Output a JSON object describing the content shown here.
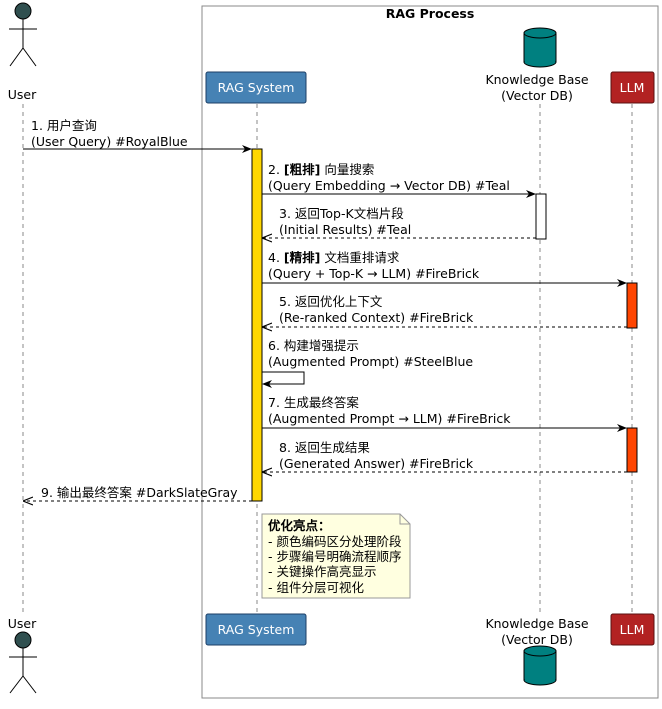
{
  "group": {
    "title": "RAG Process"
  },
  "participants": {
    "user": {
      "label": "User"
    },
    "rag": {
      "label": "RAG System",
      "color": "#4682B4"
    },
    "kb": {
      "line1": "Knowledge Base",
      "line2": "(Vector DB)",
      "color": "#008080"
    },
    "llm": {
      "label": "LLM",
      "color": "#B22222"
    }
  },
  "activation_colors": {
    "rag": "#FFD700",
    "kb": "#FFFFFF",
    "llm": "#FF4500"
  },
  "messages": [
    {
      "line1": "1. 用户查询",
      "line2": "(User Query) #RoyalBlue"
    },
    {
      "prefix": "2. ",
      "bold": "[粗排]",
      "rest": " 向量搜索",
      "line2": "(Query Embedding → Vector DB) #Teal"
    },
    {
      "line1": "3. 返回Top-K文档片段",
      "line2": "(Initial Results) #Teal"
    },
    {
      "prefix": "4. ",
      "bold": "[精排]",
      "rest": " 文档重排请求",
      "line2": "(Query + Top-K → LLM) #FireBrick"
    },
    {
      "line1": "5. 返回优化上下文",
      "line2": "(Re-ranked Context) #FireBrick"
    },
    {
      "line1": "6. 构建增强提示",
      "line2": "(Augmented Prompt) #SteelBlue"
    },
    {
      "line1": "7. 生成最终答案",
      "line2": "(Augmented Prompt → LLM) #FireBrick"
    },
    {
      "line1": "8. 返回生成结果",
      "line2": "(Generated Answer) #FireBrick"
    },
    {
      "line1": "9. 输出最终答案 #DarkSlateGray"
    }
  ],
  "note": {
    "title": "优化亮点：",
    "items": [
      "- 颜色编码区分处理阶段",
      "- 步骤编号明确流程顺序",
      "- 关键操作高亮显示",
      "- 组件分层可视化"
    ]
  }
}
